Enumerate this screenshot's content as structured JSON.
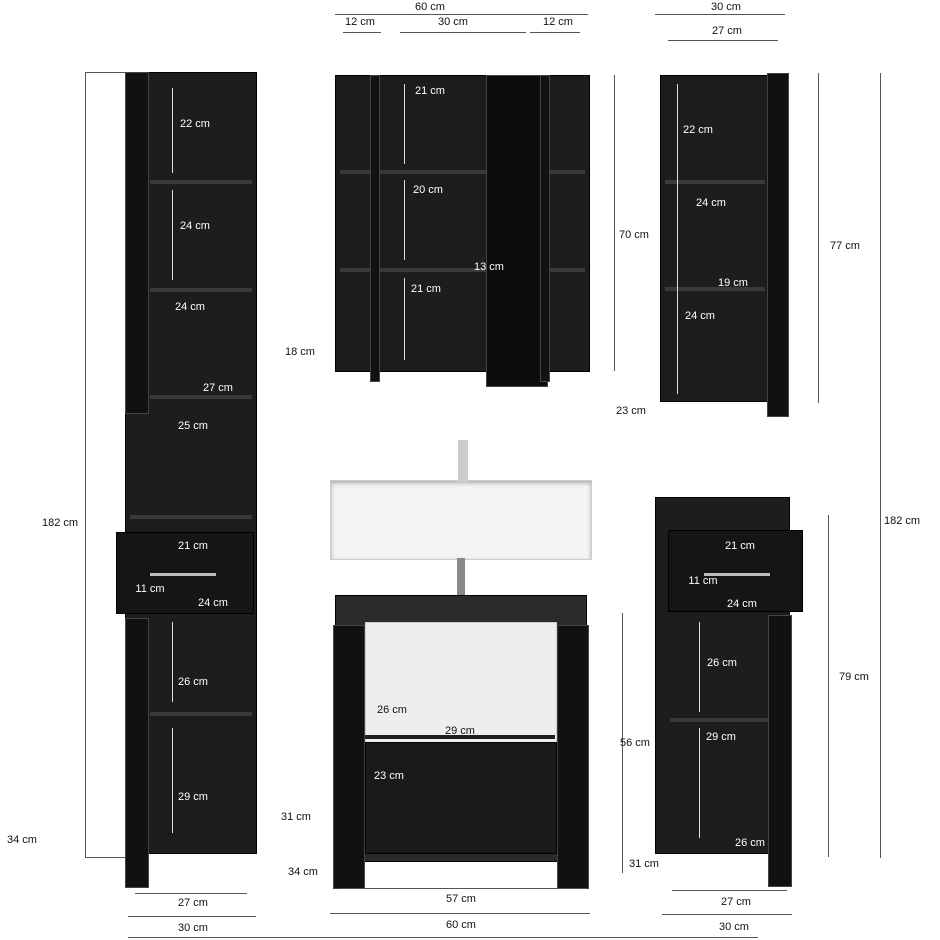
{
  "tall_cabinet": {
    "labels": [
      "22 cm",
      "24 cm",
      "24 cm",
      "27 cm",
      "25 cm",
      "21 cm",
      "11 cm",
      "24 cm",
      "26 cm",
      "29 cm",
      "182 cm",
      "34 cm",
      "31 cm",
      "27 cm",
      "30 cm"
    ]
  },
  "mirror_cabinet": {
    "labels": [
      "60 cm",
      "12 cm",
      "30 cm",
      "12 cm",
      "21 cm",
      "20 cm",
      "13 cm",
      "21 cm",
      "70 cm",
      "18 cm"
    ]
  },
  "wall_cabinet": {
    "labels": [
      "30 cm",
      "27 cm",
      "22 cm",
      "24 cm",
      "19 cm",
      "24 cm",
      "77 cm",
      "23 cm",
      "182 cm"
    ]
  },
  "sink_cabinet": {
    "labels": [
      "26 cm",
      "29 cm",
      "23 cm",
      "56 cm",
      "34 cm",
      "57 cm",
      "60 cm"
    ]
  },
  "small_cabinet": {
    "labels": [
      "21 cm",
      "11 cm",
      "24 cm",
      "26 cm",
      "29 cm",
      "26 cm",
      "79 cm",
      "31 cm",
      "27 cm",
      "30 cm"
    ]
  },
  "colors": {
    "cabinet": "#1d1d1d",
    "dimension_line": "#555555",
    "background": "#ffffff"
  }
}
